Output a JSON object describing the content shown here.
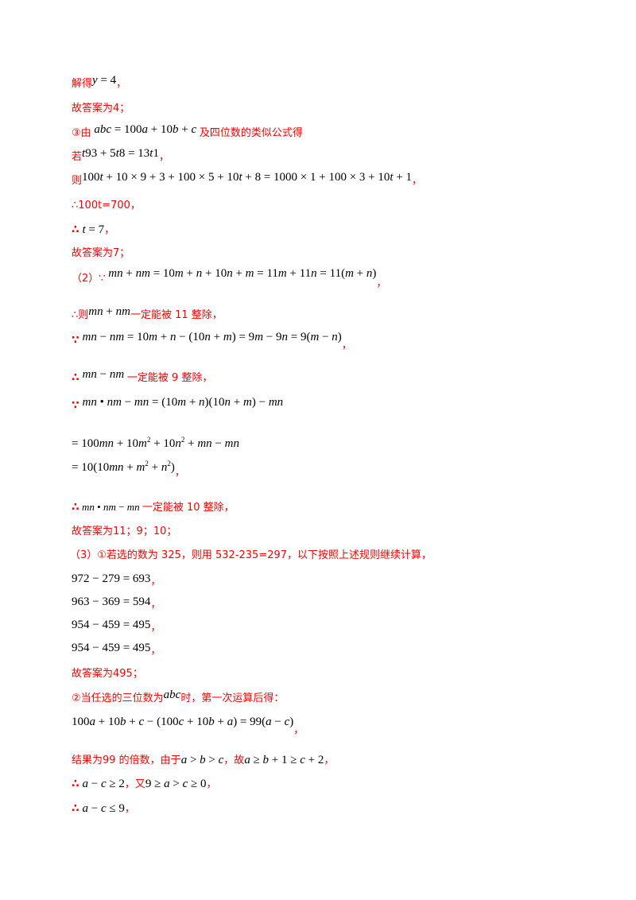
{
  "document": {
    "lines": [
      {
        "id": "l1",
        "prefix": "解得",
        "math": "y = 4",
        "suffix": "，"
      },
      {
        "id": "l2",
        "text": "故答案为4；"
      },
      {
        "id": "l3",
        "prefix": "③由",
        "math": "abc = 100a + 10b + c",
        "suffix": "及四位数的类似公式得"
      },
      {
        "id": "l4",
        "prefix": "若",
        "math": "t93 + 5t8 = 13t1",
        "suffix": "，"
      },
      {
        "id": "l5",
        "prefix": "则",
        "math": "100t + 10 × 9 + 3 + 100 × 5 + 10t + 8 = 1000 × 1 + 100 × 3 + 10t + 1",
        "suffix": "，"
      },
      {
        "id": "l6",
        "text": "∴100t=700，"
      },
      {
        "id": "l7",
        "prefix": "∴",
        "math": "t = 7",
        "suffix": "，"
      },
      {
        "id": "l8",
        "text": "故答案为7；"
      },
      {
        "id": "l9",
        "prefix": "（2）∵",
        "math": "mn + nm = 10m + n + 10n + m = 11m + 11n = 11(m + n)",
        "suffix": "，"
      },
      {
        "id": "l10",
        "prefix": "∴则",
        "math": "mn + nm",
        "suffix": "一定能被 11 整除，"
      },
      {
        "id": "l11",
        "prefix": "∵",
        "math": "mn − nm = 10m + n − (10n + m) = 9m − 9n = 9(m − n)",
        "suffix": "，"
      },
      {
        "id": "l12",
        "prefix": "∴",
        "math": "mn − nm",
        "suffix": "一定能被 9 整除，"
      },
      {
        "id": "l13",
        "prefix": "∵",
        "math": "mn • nm − mn = (10m + n)(10n + m) − mn",
        "suffix": ""
      },
      {
        "id": "l14",
        "math": "= 100mn + 10m² + 10n² + mn − mn"
      },
      {
        "id": "l15",
        "math": "= 10(10mn + m² + n²)",
        "suffix": "，"
      },
      {
        "id": "l16",
        "prefix": "∴",
        "math": "mn • nm − mn",
        "suffix": "一定能被 10 整除，"
      },
      {
        "id": "l17",
        "text": "故答案为11；9；10；"
      },
      {
        "id": "l18",
        "text": "（3）①若选的数为 325，则用 532-235=297，以下按照上述规则继续计算，"
      },
      {
        "id": "l19",
        "math": "972 − 279 = 693",
        "suffix": "，"
      },
      {
        "id": "l20",
        "math": "963 − 369 = 594",
        "suffix": "，"
      },
      {
        "id": "l21",
        "math": "954 − 459 = 495",
        "suffix": "，"
      },
      {
        "id": "l22",
        "math": "954 − 459 = 495",
        "suffix": "，"
      },
      {
        "id": "l23",
        "text": "故答案为495；"
      },
      {
        "id": "l24",
        "prefix": "②当任选的三位数为",
        "math": "abc",
        "suffix": "时，第一次运算后得："
      },
      {
        "id": "l25",
        "math": "100a + 10b + c − (100c + 10b + a) = 99(a − c)",
        "suffix": "，"
      },
      {
        "id": "l26",
        "prefix": "结果为99 的倍数，由于",
        "math": "a > b > c",
        "mid": "，故",
        "math2": "a ≥ b + 1 ≥ c + 2",
        "suffix": "，"
      },
      {
        "id": "l27",
        "prefix": "∴",
        "math": "a − c ≥ 2",
        "mid": "，又",
        "math2": "9 ≥ a > c ≥ 0",
        "suffix": "，"
      },
      {
        "id": "l28",
        "prefix": "∴",
        "math": "a − c ≤ 9",
        "suffix": "，"
      }
    ]
  },
  "colors": {
    "text_red": "#ff0000",
    "math_black": "#000000",
    "background": "#ffffff"
  }
}
